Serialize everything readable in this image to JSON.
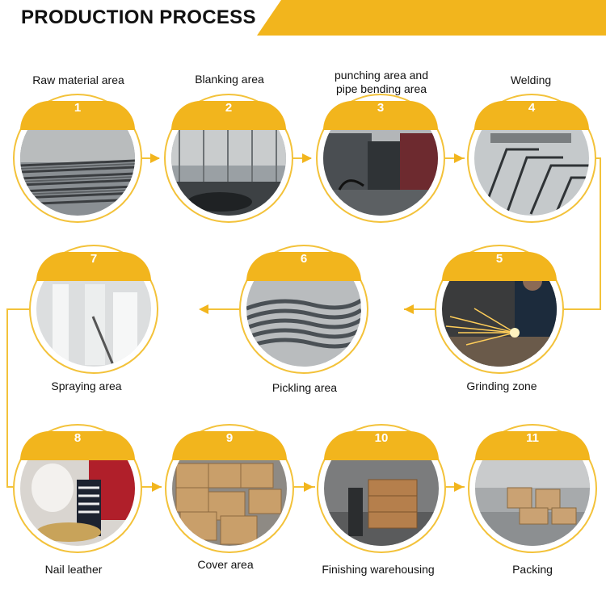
{
  "header": {
    "title": "PRODUCTION PROCESS"
  },
  "colors": {
    "accent": "#f2b51d",
    "ring": "#f3c23a",
    "text": "#111111"
  },
  "steps": [
    {
      "number": "1",
      "label": "Raw material area",
      "scene": "steel-bars"
    },
    {
      "number": "2",
      "label": "Blanking area",
      "scene": "factory-hall"
    },
    {
      "number": "3",
      "label": "punching area and pipe bending area",
      "scene": "machines"
    },
    {
      "number": "4",
      "label": "Welding",
      "scene": "welding-frames"
    },
    {
      "number": "5",
      "label": "Grinding zone",
      "scene": "grinding-sparks"
    },
    {
      "number": "6",
      "label": "Pickling area",
      "scene": "bent-pipes"
    },
    {
      "number": "7",
      "label": "Spraying area",
      "scene": "spray-booth"
    },
    {
      "number": "8",
      "label": "Nail leather",
      "scene": "upholstery"
    },
    {
      "number": "9",
      "label": "Cover area",
      "scene": "cartons"
    },
    {
      "number": "10",
      "label": "Finishing warehousing",
      "scene": "pallet"
    },
    {
      "number": "11",
      "label": "Packing",
      "scene": "warehouse"
    }
  ]
}
